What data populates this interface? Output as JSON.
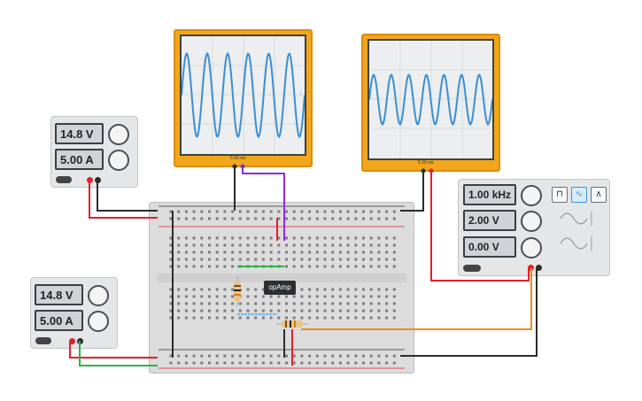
{
  "power_supply_top": {
    "voltage": "14.8 V",
    "current": "5.00 A"
  },
  "power_supply_bottom": {
    "voltage": "14.8 V",
    "current": "5.00 A"
  },
  "oscilloscope_left": {
    "readout": "5.00 ms"
  },
  "oscilloscope_right": {
    "readout": "5.00 ms"
  },
  "function_generator": {
    "frequency": "1.00 kHz",
    "amplitude": "2.00 V",
    "offset": "0.00 V",
    "wave_icons": [
      "square-wave-icon",
      "sine-wave-icon",
      "triangle-wave-icon"
    ],
    "selected_wave": "sine"
  },
  "chip": {
    "label": "opAmp"
  },
  "colors": {
    "scope_body": "#f2a71b",
    "trace": "#3b8fd4",
    "wire_red": "#e0212b",
    "wire_black": "#2b2b2b",
    "wire_green": "#2bb34a",
    "wire_orange": "#f08c1a",
    "wire_purple": "#8a2be2"
  }
}
